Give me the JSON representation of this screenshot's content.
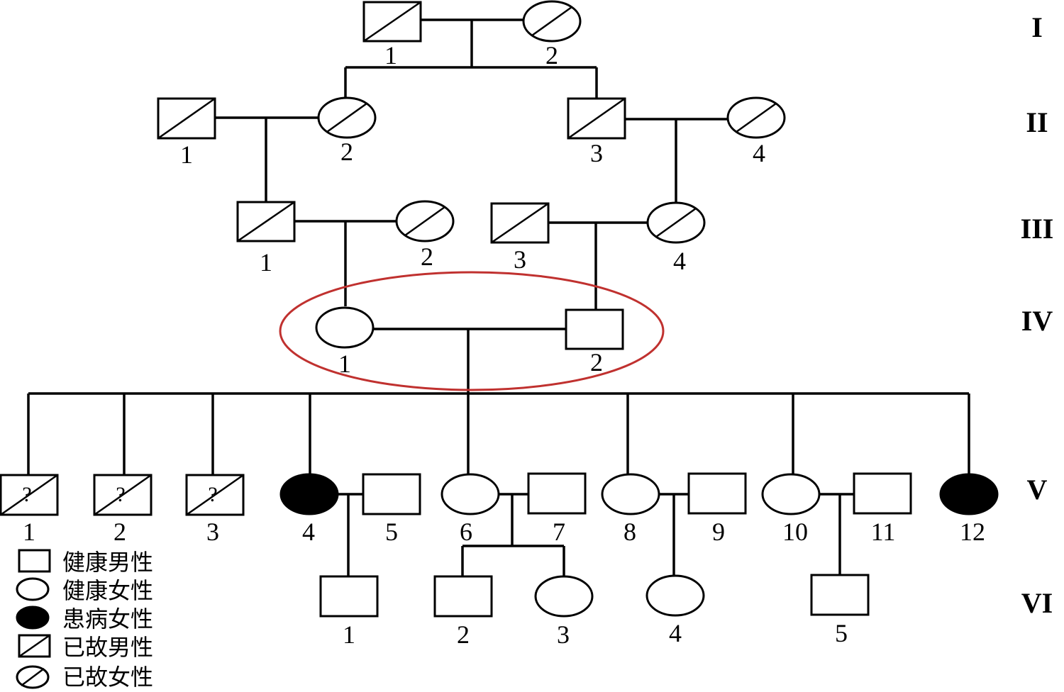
{
  "generations": [
    "I",
    "II",
    "III",
    "IV",
    "V",
    "VI"
  ],
  "individuals": {
    "I": [
      "1",
      "2"
    ],
    "II": [
      "1",
      "2",
      "3",
      "4"
    ],
    "III": [
      "1",
      "2",
      "3",
      "4"
    ],
    "IV": [
      "1",
      "2"
    ],
    "V": [
      "1",
      "2",
      "3",
      "4",
      "5",
      "6",
      "7",
      "8",
      "9",
      "10",
      "11",
      "12"
    ],
    "VI": [
      "1",
      "2",
      "3",
      "4",
      "5"
    ]
  },
  "unknown_mark": "?",
  "legend": [
    {
      "symbol": "healthy-male",
      "label": "健康男性"
    },
    {
      "symbol": "healthy-female",
      "label": "健康女性"
    },
    {
      "symbol": "affected-female",
      "label": "患病女性"
    },
    {
      "symbol": "deceased-male",
      "label": "已故男性"
    },
    {
      "symbol": "deceased-female",
      "label": "已故女性"
    }
  ],
  "colors": {
    "highlight": "#c0312f",
    "line": "#000000"
  }
}
